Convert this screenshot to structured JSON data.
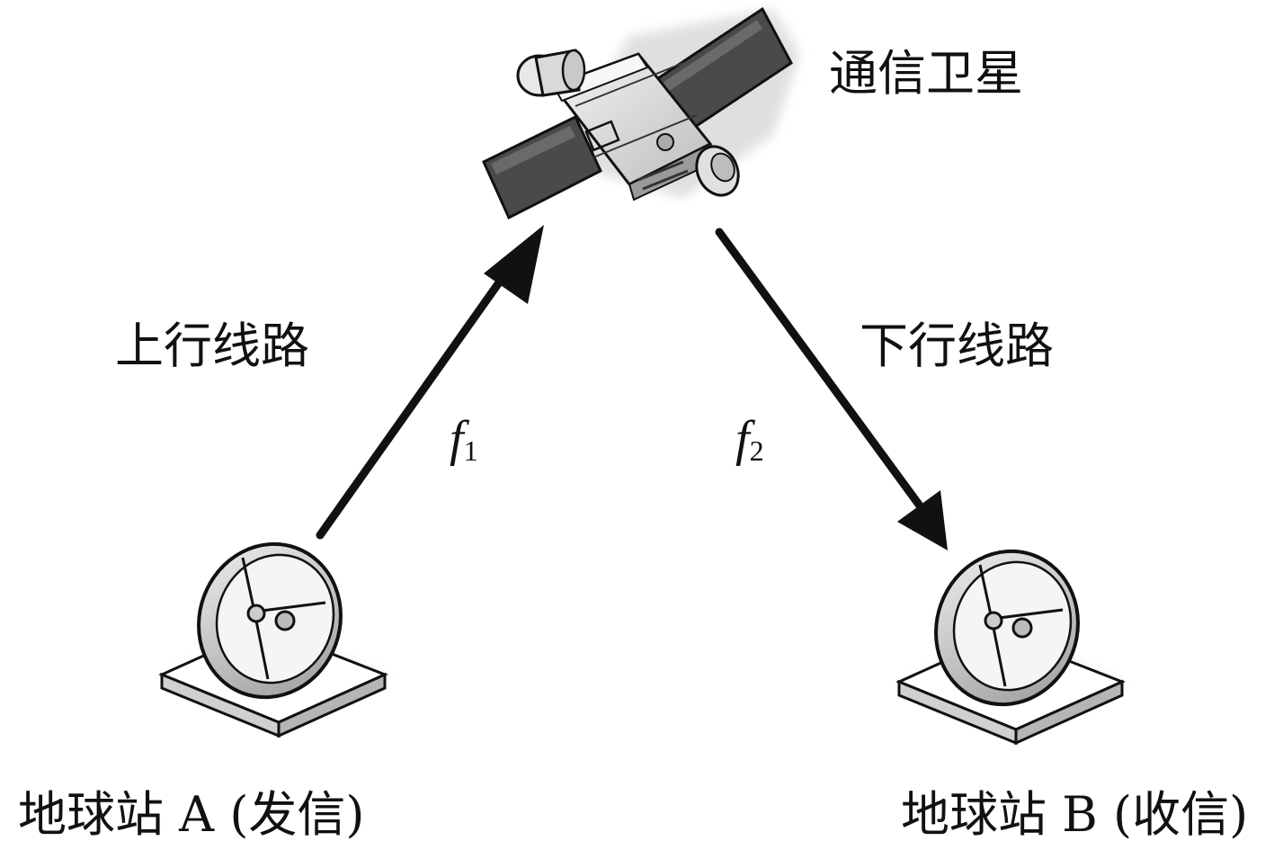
{
  "satellite": {
    "label": "通信卫星",
    "icon": "satellite-icon"
  },
  "uplink": {
    "label": "上行线路",
    "frequency_symbol": "f",
    "frequency_subscript": "1"
  },
  "downlink": {
    "label": "下行线路",
    "frequency_symbol": "f",
    "frequency_subscript": "2"
  },
  "station_a": {
    "label": "地球站 A (发信)",
    "icon": "satellite-dish-icon"
  },
  "station_b": {
    "label": "地球站 B (收信)",
    "icon": "satellite-dish-icon"
  },
  "colors": {
    "line": "#111111",
    "shadow": "#cfcfcf",
    "panel": "#4a4a4a",
    "body": "#e6e6e6"
  }
}
